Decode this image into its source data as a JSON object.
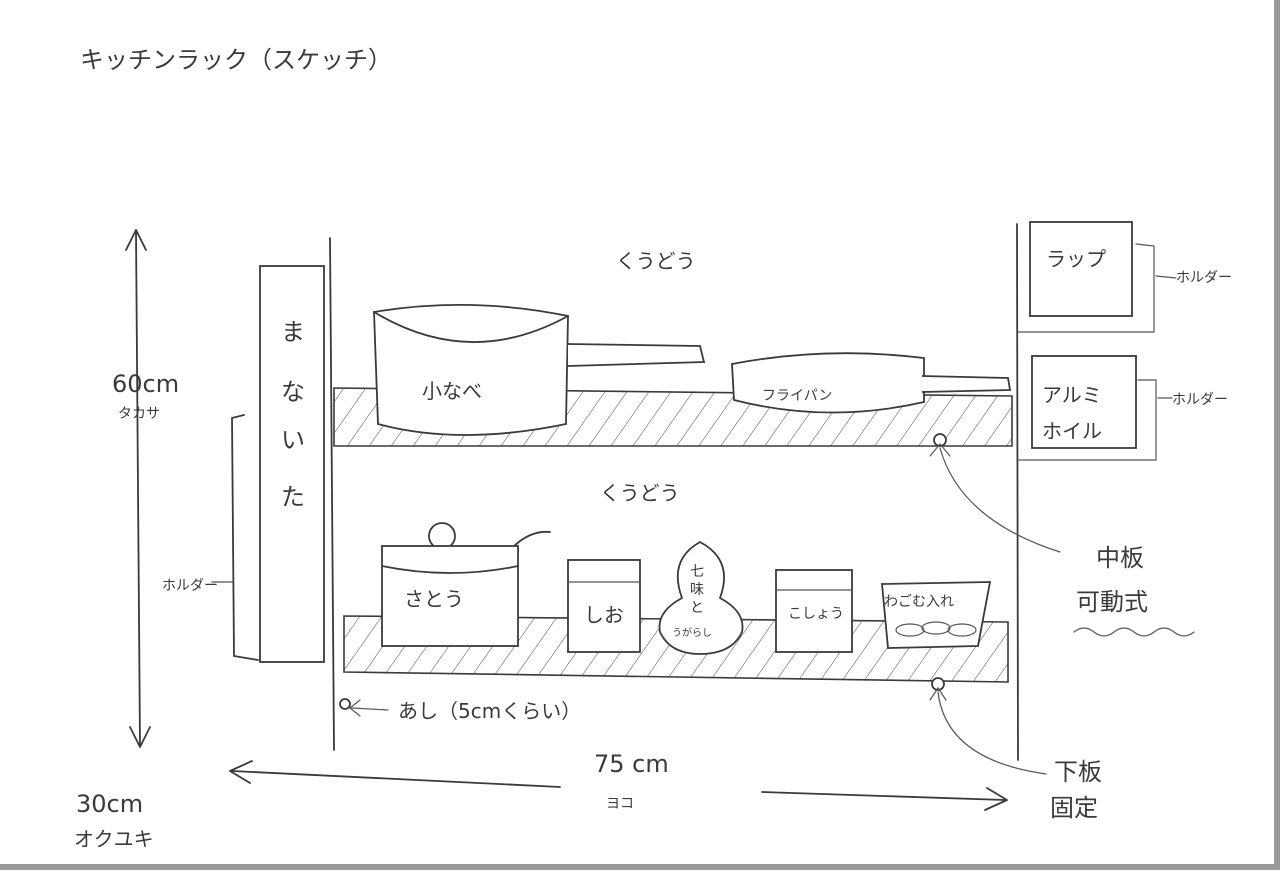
{
  "title": "キッチンラック（スケッチ）",
  "dimensions": {
    "height_value": "60cm",
    "height_label": "タカサ",
    "width_value": "75 cm",
    "width_label": "ヨコ",
    "depth_value": "30cm",
    "depth_label": "オクユキ"
  },
  "sections": {
    "top_cavity": "くうどう",
    "middle_cavity": "くうどう"
  },
  "left_side": {
    "cutting_board": [
      "ま",
      "な",
      "い",
      "た"
    ],
    "holder": "ホルダー"
  },
  "right_side": {
    "wrap": "ラップ",
    "wrap_holder": "ホルダー",
    "foil_line1": "アルミ",
    "foil_line2": "ホイル",
    "foil_holder": "ホルダー"
  },
  "upper_shelf_items": {
    "pot": "小なべ",
    "pan": "フライパン"
  },
  "lower_shelf_items": {
    "sugar": "さとう",
    "salt": "しお",
    "shichimi_line1": "七",
    "shichimi_line2": "味",
    "shichimi_line3": "と",
    "shichimi_line4": "うがらし",
    "pepper": "こしょう",
    "sesame": "わごむ入れ"
  },
  "annotations": {
    "middle_board_line1": "中板",
    "middle_board_line2": "可動式",
    "bottom_board_line1": "下板",
    "bottom_board_line2": "固定",
    "legs": "あし（5cmくらい）"
  },
  "colors": {
    "paper": "#ffffff",
    "pencil": "#3a3a3a",
    "border": "#9a9a9a"
  }
}
